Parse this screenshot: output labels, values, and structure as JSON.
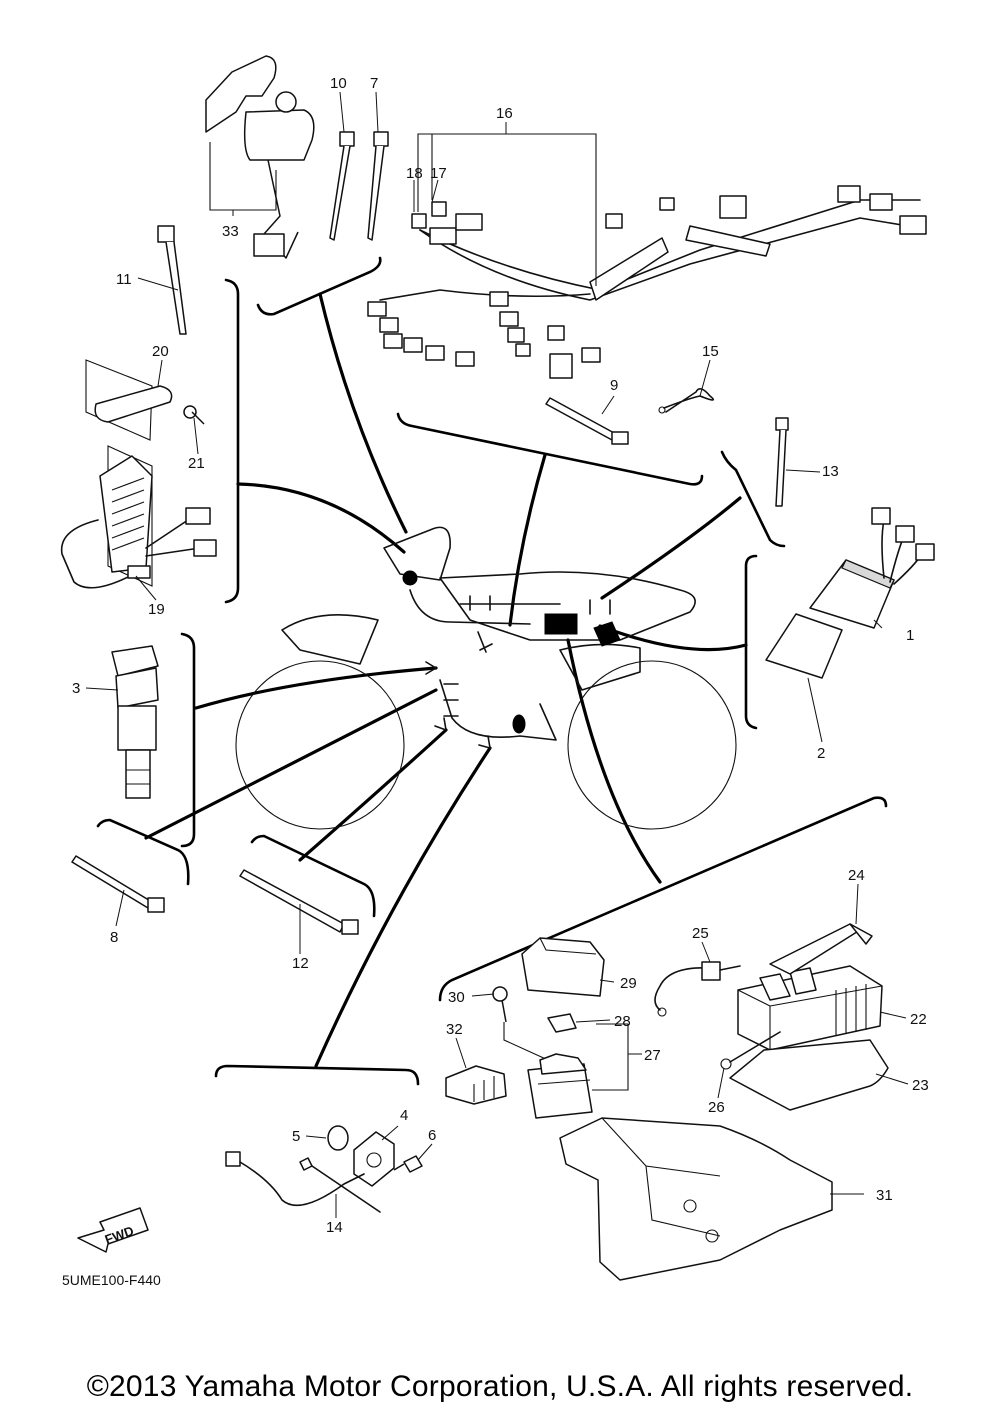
{
  "diagram": {
    "drawing_code": "5UME100-F440",
    "copyright": "©2013 Yamaha Motor Corporation, U.S.A. All rights reserved.",
    "fwd_label": "FWD",
    "callouts": [
      "1",
      "2",
      "3",
      "4",
      "5",
      "6",
      "7",
      "8",
      "9",
      "10",
      "11",
      "12",
      "13",
      "14",
      "15",
      "16",
      "17",
      "18",
      "19",
      "20",
      "21",
      "22",
      "23",
      "24",
      "25",
      "26",
      "27",
      "28",
      "29",
      "30",
      "31",
      "32",
      "33"
    ]
  }
}
